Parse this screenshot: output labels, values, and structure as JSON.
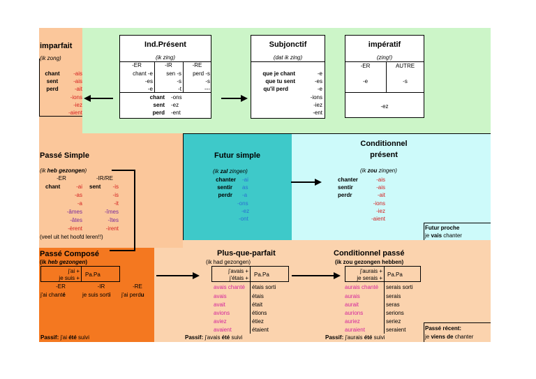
{
  "colors": {
    "green": "#ccf5c8",
    "peach": "#fbc79b",
    "teal": "#3ec9c9",
    "cyan": "#cdfafa",
    "orange": "#f47820",
    "lightpeach": "#fbd3ae"
  },
  "imparfait": {
    "title": "imparfait",
    "sub": "(ik zong)",
    "stems": [
      "chant",
      "sent",
      "perd"
    ],
    "endings": [
      "-ais",
      "-ais",
      "-ait",
      "-ions",
      "-iez",
      "-aient"
    ]
  },
  "present": {
    "title": "Ind.Présent",
    "sub": "(ik zing)",
    "cols": [
      "-ER",
      "-IR",
      "-RE"
    ],
    "er": [
      "chant -e",
      "-es",
      "-e"
    ],
    "ir": [
      "sen -s",
      "-s",
      "-t"
    ],
    "re": [
      "perd -s",
      "-s",
      "---"
    ],
    "stems": [
      "chant",
      "sent",
      "perd"
    ],
    "endings": [
      "-ons",
      "-ez",
      "-ent"
    ]
  },
  "subjonctif": {
    "title": "Subjonctif",
    "sub": "(dat ik zing)",
    "phrases": [
      "que je chant",
      "que tu sent",
      "qu'il perd"
    ],
    "endings": [
      "-e",
      "-es",
      "-e",
      "-ions",
      "-iez",
      "-ent"
    ]
  },
  "imperatif": {
    "title": "impératif",
    "sub": "(zing!)",
    "cols": [
      "-ER",
      "AUTRE"
    ],
    "sing": [
      "-e",
      "-s"
    ],
    "plur": "-ez"
  },
  "passe_simple": {
    "title": "Passé Simple",
    "sub_pre": "(ik ",
    "sub_em": "heb gezongen",
    "sub_post": ")",
    "cols": [
      "-ER",
      "-IR/RE"
    ],
    "stem1": "chant",
    "stem2": "sent",
    "er": [
      "-ai",
      "-as",
      "-a",
      "-âmes",
      "-âtes",
      "-èrent"
    ],
    "ir": [
      "-is",
      "-is",
      "-it",
      "-îmes",
      "-îtes",
      "-irent"
    ],
    "note": "(veel uit het hoofd leren!!)"
  },
  "futur": {
    "title": "Futur simple",
    "sub_pre": "(ik ",
    "sub_em": "zal",
    "sub_post": " zingen)",
    "stems": [
      "chanter",
      "sentir",
      "perdr"
    ],
    "endings": [
      "-ai",
      "as",
      "-a",
      "-ons",
      "-ez",
      "-ont"
    ]
  },
  "conditionnel": {
    "title1": "Conditionnel",
    "title2": "présent",
    "sub_pre": "(ik ",
    "sub_em": "zou",
    "sub_post": " zingen)",
    "stems": [
      "chanter",
      "sentir",
      "perdr"
    ],
    "endings": [
      "-ais",
      "-ais",
      "-ait",
      "-ions",
      "-iez",
      "-aient"
    ]
  },
  "futur_proche": {
    "title": "Futur proche",
    "pre": "je ",
    "em": "vais",
    "post": " chanter"
  },
  "passe_compose": {
    "title": "Passé Composé",
    "sub_pre": "(ik ",
    "sub_em": "heb gezongen",
    "sub_post": ")",
    "aux1": "j'ai +",
    "aux2": "je suis +",
    "papa": "Pa.Pa",
    "cols": [
      "-ER",
      "-IR",
      "-RE"
    ],
    "ex1_pre": "j'ai chant",
    "ex1_em": "é",
    "ex2_pre": "je suis sort",
    "ex2_em": "i",
    "ex3_pre": "j'ai perd",
    "ex3_em": "u",
    "passif_label": "Passif:",
    "passif_pre": " j'ai ",
    "passif_em": "été",
    "passif_post": " suivi"
  },
  "pqp": {
    "title": "Plus-que-parfait",
    "sub": "(ik had gezongen)",
    "aux1": "j'avais +",
    "aux2": "j'étais +",
    "papa": "Pa.Pa",
    "left": [
      "avais chanté",
      "avais",
      "avait",
      "avions",
      "aviez",
      "avaient"
    ],
    "right": [
      "étais sorti",
      "étais",
      "était",
      "étions",
      "étiez",
      "étaient"
    ],
    "passif_label": "Passif:",
    "passif_pre": " j'avais ",
    "passif_em": "été",
    "passif_post": " suivi"
  },
  "cond_passe": {
    "title": "Conditionnel passé",
    "sub": "(ik zou gezongen hebben)",
    "aux1": "j'aurais +",
    "aux2": "je serais +",
    "papa": "Pa.Pa",
    "left": [
      "aurais chanté",
      "aurais",
      "aurait",
      "aurions",
      "auriez",
      "auraient"
    ],
    "right": [
      "serais sorti",
      "serais",
      "seras",
      "serions",
      "seriez",
      "seraient"
    ],
    "passif_label": "Passif:",
    "passif_pre": " j'aurais ",
    "passif_em": "été",
    "passif_post": " suivi"
  },
  "passe_recent": {
    "title": "Passé récent:",
    "pre": "je ",
    "em": "viens de",
    "post": " chanter"
  }
}
